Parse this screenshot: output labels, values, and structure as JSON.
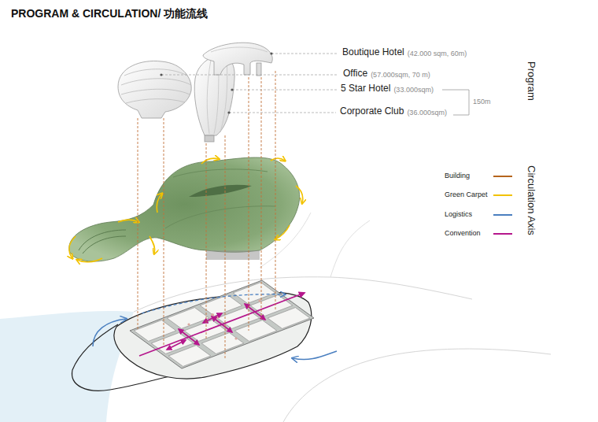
{
  "diagram": {
    "title": "PROGRAM & CIRCULATION/ 功能流线",
    "labels": [
      "Boutique Hotel",
      "(42.000 sqm, 60m)",
      "Office",
      "(57.000sqm, 70 m)",
      "5 Star Hotel",
      "(33.000sqm)",
      "Corporate Club",
      "(36.000sqm)",
      "150m",
      "Program",
      "Circulation Axis"
    ],
    "legend": [
      {
        "text": "Building",
        "color": "#b5651d"
      },
      {
        "text": "Green Carpet",
        "color": "#f2c200"
      },
      {
        "text": "Logistics",
        "color": "#4a7fc0"
      },
      {
        "text": "Convention",
        "color": "#b5178c"
      }
    ]
  }
}
